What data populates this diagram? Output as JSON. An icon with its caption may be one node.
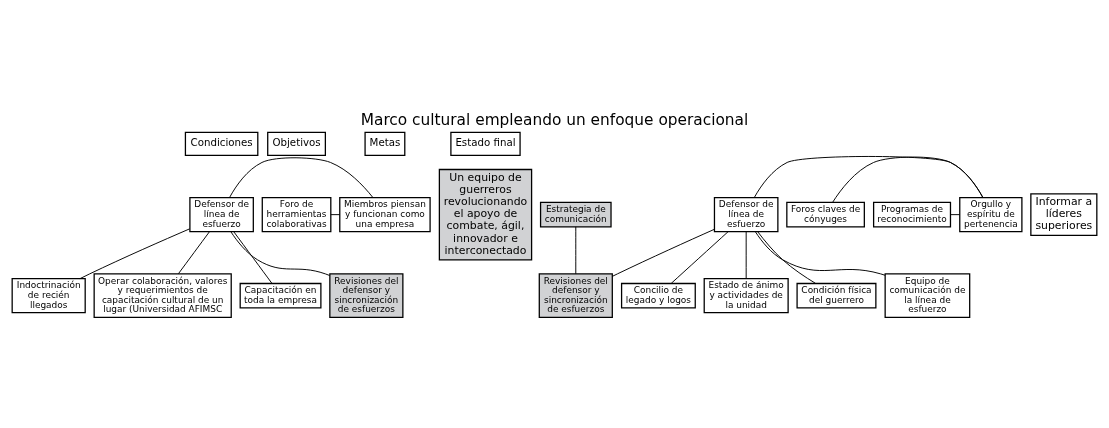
{
  "diagram": {
    "title": "Marco cultural empleando un enfoque operacional",
    "nodes": [
      {
        "text": [
          "Condiciones"
        ]
      },
      {
        "text": [
          "Objetivos"
        ]
      },
      {
        "text": [
          "Metas"
        ]
      },
      {
        "text": [
          "Estado final"
        ]
      },
      {
        "text": [
          "Defensor de línea de esfuerzo"
        ]
      },
      {
        "text": [
          "Foro de herramientas colaborativas"
        ]
      },
      {
        "text": [
          "Estrategia de comunicación"
        ]
      },
      {
        "text": [
          "Indoctrinación de recién llegados"
        ]
      },
      {
        "text": [
          "Operar colaboración, valores y requerimientos de capacitación cultural de un lugar (Universidad AFIMSC"
        ]
      },
      {
        "text": [
          "Capacitación en toda la empresa"
        ]
      },
      {
        "text": [
          "Revisiones del defensor y sincronización de esfuerzos"
        ]
      },
      {
        "text": [
          "Miembros piensan y funcionan como una empresa"
        ]
      },
      {
        "text": [
          "Informar a líderes superiores"
        ]
      },
      {
        "text": [
          "Un equipo de guerreros revolucionando el apoyo de combate, ágil, innovador e interconectado"
        ]
      },
      {
        "text": [
          "Defensor de línea de esfuerzo"
        ]
      },
      {
        "text": [
          "Foros claves de cónyuges"
        ]
      },
      {
        "text": [
          "Programas de reconocimiento"
        ]
      },
      {
        "text": [
          "Concilio de legado y logos"
        ]
      },
      {
        "text": [
          "Estado de ánimo y actividades de la unidad"
        ]
      },
      {
        "text": [
          "Condición física del guerrero"
        ]
      },
      {
        "text": [
          "Equipo de comunicación de la línea de esfuerzo"
        ]
      },
      {
        "text": [
          "Revisiones del defensor y sincronización de esfuerzos"
        ]
      },
      {
        "text": [
          "Orgullo y espíritu de pertenencia"
        ]
      }
    ],
    "edges": [
      {
        "from": 4,
        "to": 11,
        "arrow": "none"
      },
      {
        "from": 4,
        "to": 7,
        "arrow": "none"
      },
      {
        "from": 4,
        "to": 8,
        "arrow": "none"
      },
      {
        "from": 4,
        "to": 9,
        "arrow": "none"
      },
      {
        "from": 4,
        "to": 10,
        "arrow": "none"
      },
      {
        "from": 5,
        "to": 11,
        "arrow": "none"
      },
      {
        "from": 6,
        "to": 21,
        "arrow": "none"
      },
      {
        "from": 14,
        "to": 22,
        "arrow": "none"
      },
      {
        "from": 14,
        "to": 17,
        "arrow": "none"
      },
      {
        "from": 14,
        "to": 18,
        "arrow": "none"
      },
      {
        "from": 14,
        "to": 19,
        "arrow": "none"
      },
      {
        "from": 14,
        "to": 20,
        "arrow": "none"
      },
      {
        "from": 14,
        "to": 21,
        "arrow": "none"
      },
      {
        "from": 15,
        "to": 22,
        "arrow": "none"
      },
      {
        "from": 16,
        "to": 22,
        "arrow": "none"
      }
    ]
  }
}
